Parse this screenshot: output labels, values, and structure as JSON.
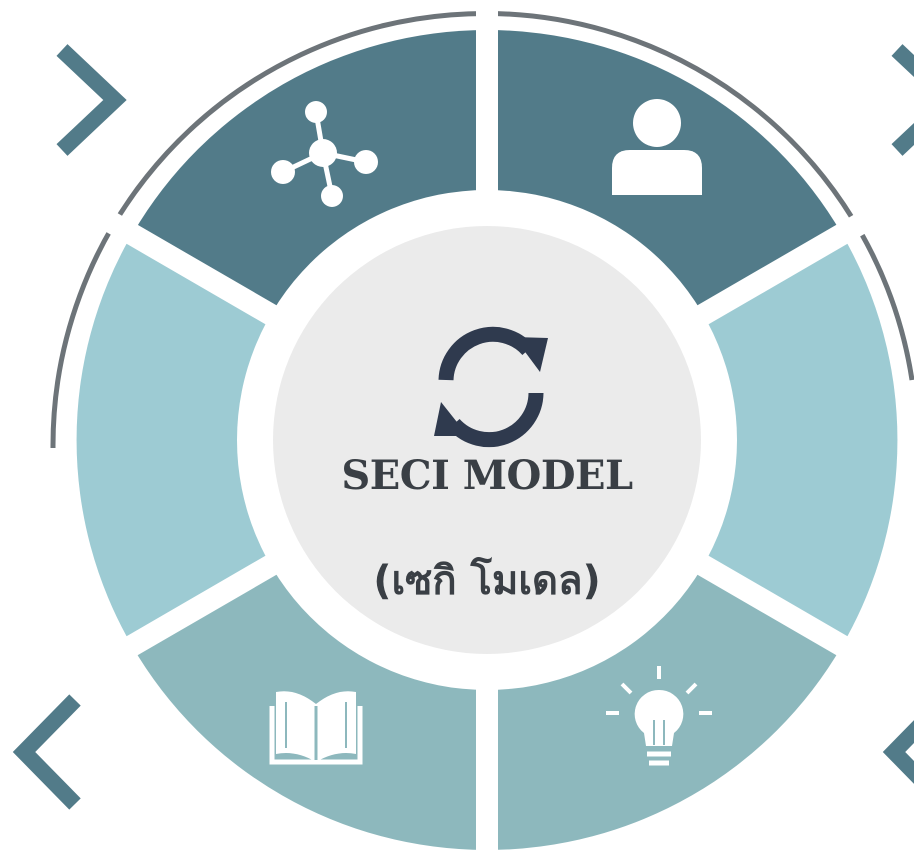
{
  "diagram": {
    "title": "SECI MODEL",
    "subtitle": "(เซกิ โมเดล)",
    "colors": {
      "dark_segment": "#527b89",
      "light_segment": "#9dcbd3",
      "mid_segment": "#8db8bd",
      "center_fill": "#ebebeb",
      "cycle_icon": "#2f3a4e",
      "arc": "#6d7479",
      "chevron": "#527b89"
    },
    "segments": [
      {
        "name": "segment-top-left",
        "tone": "dark",
        "icon": "network-icon"
      },
      {
        "name": "segment-top-right",
        "tone": "dark",
        "icon": "person-icon"
      },
      {
        "name": "segment-right",
        "tone": "light",
        "icon": ""
      },
      {
        "name": "segment-bottom-right",
        "tone": "mid",
        "icon": "lightbulb-icon"
      },
      {
        "name": "segment-bottom-left",
        "tone": "mid",
        "icon": "book-icon"
      },
      {
        "name": "segment-left",
        "tone": "light",
        "icon": ""
      }
    ],
    "center_icon": "cycle-arrows-icon"
  }
}
